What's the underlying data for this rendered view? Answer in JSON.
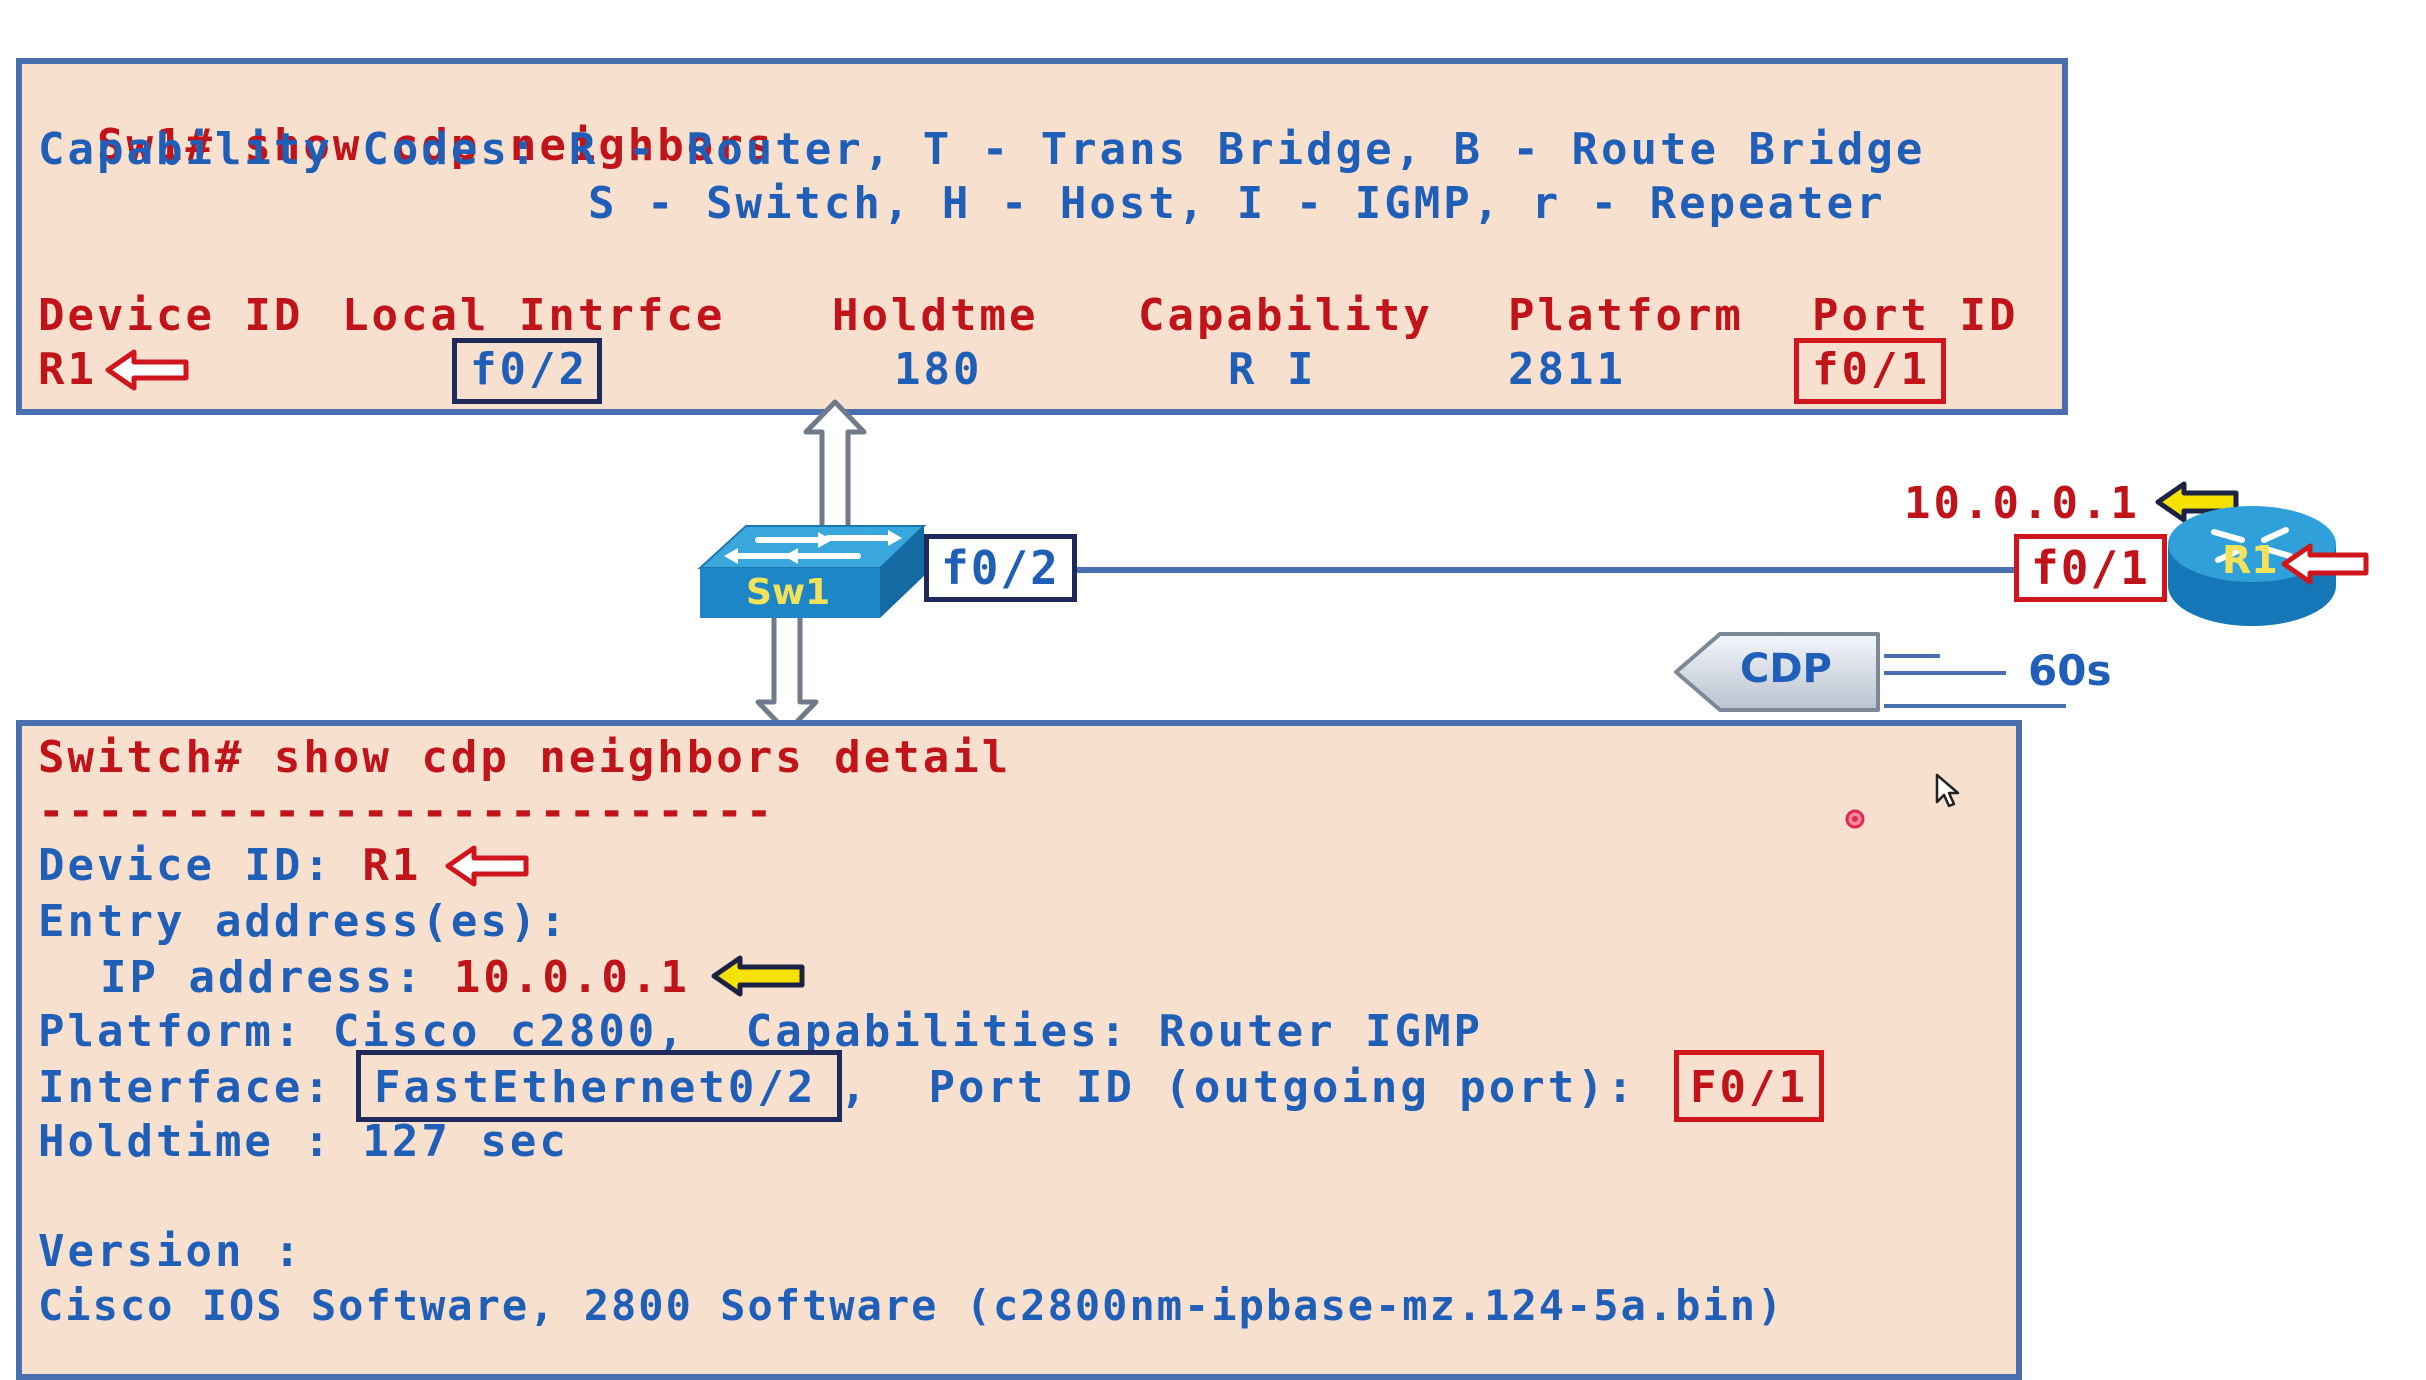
{
  "top_panel": {
    "command": "Sw1# show cdp neighbors",
    "cap_label": "Capability Codes:",
    "cap_line1": "R - Router, T - Trans Bridge, B - Route Bridge",
    "cap_line2": "S - Switch, H - Host, I - IGMP, r - Repeater",
    "headers": [
      "Device ID",
      "Local Intrfce",
      "Holdtme",
      "Capability",
      "Platform",
      "Port ID"
    ],
    "row": {
      "device_id": "R1",
      "local_intrfce": "f0/2",
      "holdtme": "180",
      "capability": "R I",
      "platform": "2811",
      "port_id": "f0/1"
    }
  },
  "topology": {
    "switch_label": "Sw1",
    "switch_port": "f0/2",
    "router_label": "R1",
    "router_port": "f0/1",
    "router_ip": "10.0.0.1",
    "cdp_label": "CDP",
    "cdp_interval": "60s"
  },
  "bottom_panel": {
    "command": "Switch# show cdp neighbors detail",
    "separator": "-------------------------",
    "device_id_label": "Device ID:",
    "device_id_value": "R1",
    "entry_label": "Entry address(es):",
    "ip_label": "IP address:",
    "ip_value": "10.0.0.1",
    "platform_line": "Platform: Cisco c2800,  Capabilities: Router IGMP",
    "interface_label": "Interface:",
    "interface_value": "FastEthernet0/2",
    "port_id_label": ",  Port ID (outgoing port):",
    "port_id_value": "F0/1",
    "holdtime_line": "Holdtime : 127 sec",
    "version_label": "Version :",
    "software_line": "Cisco IOS Software, 2800 Software (c2800nm-ipbase-mz.124-5a.bin)"
  },
  "colors": {
    "panel_bg": "#f8e0cf",
    "panel_border": "#4a6fb0",
    "command_red": "#c0141a",
    "text_blue": "#1f5fb8",
    "highlight_red": "#d0161c",
    "highlight_navy": "#1d2a5a",
    "arrow_yellow": "#f5e200"
  }
}
